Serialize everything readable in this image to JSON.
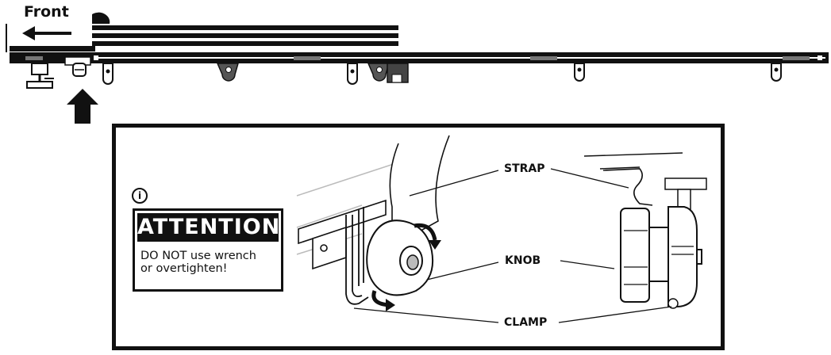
{
  "header": {
    "front_label": "Front"
  },
  "attention": {
    "title": "ATTENTION",
    "line1": "DO NOT use wrench",
    "line2": "or overtighten!",
    "info_icon": "info-icon"
  },
  "callouts": {
    "strap": "STRAP",
    "knob": "KNOB",
    "clamp": "CLAMP"
  },
  "icons": {
    "direction_arrow": "arrow-left-icon",
    "indicator_arrow": "arrow-up-icon",
    "rotate_arrows": "rotate-arrow-icon"
  },
  "colors": {
    "ink": "#111111",
    "paper": "#ffffff",
    "light_line": "#bdbdbd",
    "mid_gray": "#555555"
  }
}
